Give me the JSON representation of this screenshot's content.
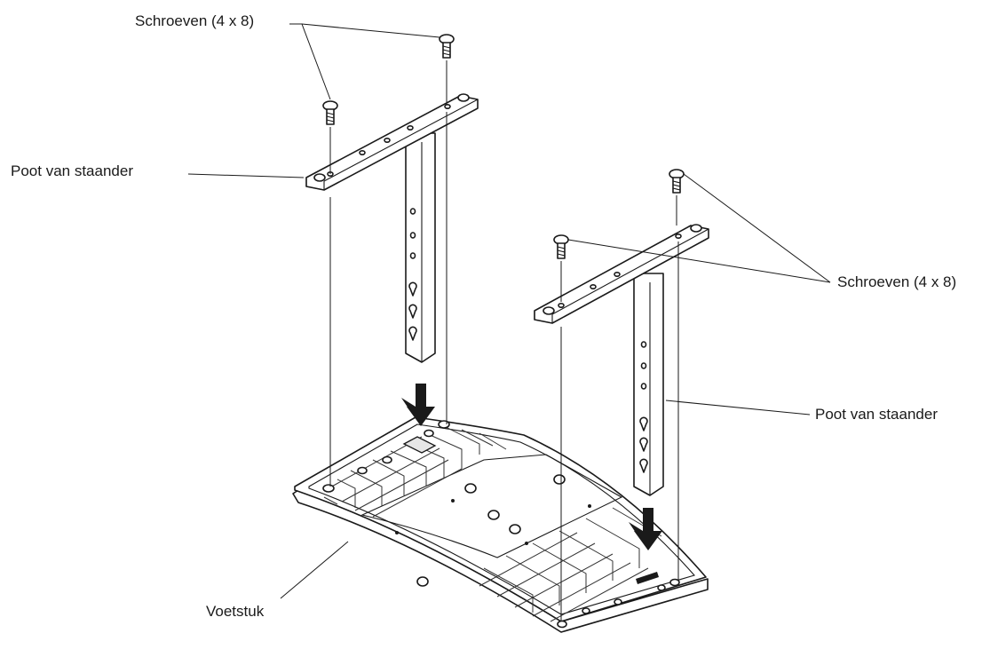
{
  "labels": {
    "screws_top": "Schroeven (4 x 8)",
    "leg_left": "Poot van staander",
    "screws_right": "Schroeven (4 x 8)",
    "leg_right": "Poot van staander",
    "base": "Voetstuk"
  }
}
